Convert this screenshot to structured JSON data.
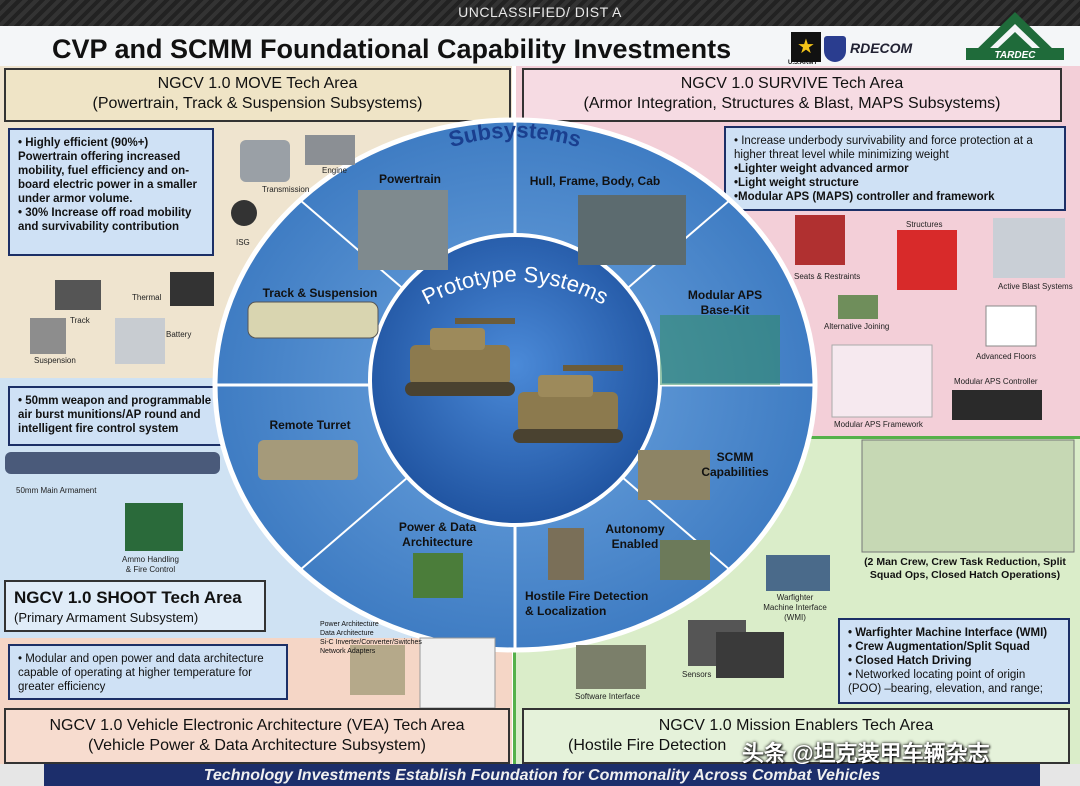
{
  "header": {
    "classification": "UNCLASSIFIED/ DIST A",
    "title": "CVP and SCMM Foundational Capability Investments",
    "logos": {
      "army_label": "U.S.ARMY",
      "rdecom": "RDECOM",
      "tardec": "TARDEC"
    }
  },
  "center": {
    "subsystems": "Subsystems",
    "prototype": "Prototype Systems",
    "nodes": {
      "powertrain": "Powertrain",
      "hull": "Hull, Frame, Body, Cab",
      "track": "Track & Suspension",
      "aps_line1": "Modular APS",
      "aps_line2": "Base-Kit",
      "turret": "Remote Turret",
      "scmm_line1": "SCMM",
      "scmm_line2": "Capabilities",
      "autonomy_line1": "Autonomy",
      "autonomy_line2": "Enabled",
      "power_line1": "Power & Data",
      "power_line2": "Architecture",
      "hfd_line1": "Hostile Fire Detection",
      "hfd_line2": "& Localization"
    }
  },
  "move": {
    "title1": "NGCV 1.0 MOVE Tech Area",
    "title2": "(Powertrain, Track & Suspension Subsystems)",
    "bullet1": "• Highly efficient (90%+) Powertrain offering increased mobility, fuel efficiency and on-board electric power in a smaller under armor volume.",
    "bullet2": "• 30% Increase off road mobility and survivability contribution",
    "parts": {
      "engine": "Engine",
      "transmission": "Transmission",
      "isg": "ISG",
      "thermal": "Thermal",
      "track": "Track",
      "battery": "Battery",
      "suspension": "Suspension"
    }
  },
  "survive": {
    "title1": "NGCV 1.0 SURVIVE Tech Area",
    "title2": "(Armor Integration, Structures & Blast, MAPS Subsystems)",
    "bullets": [
      "• Increase underbody survivability and force protection at a higher threat level while minimizing weight",
      "•Lighter weight advanced armor",
      "•Light weight structure",
      "•Modular APS (MAPS) controller and framework"
    ],
    "parts": {
      "structures": "Structures",
      "seats": "Seats & Restraints",
      "blast": "Active Blast Systems",
      "joining": "Alternative Joining",
      "floors": "Advanced Floors",
      "controller": "Modular APS Controller",
      "framework": "Modular APS Framework"
    }
  },
  "shoot": {
    "title1": "NGCV 1.0 SHOOT Tech Area",
    "title2": "(Primary Armament Subsystem)",
    "bullet": "• 50mm weapon and programmable air burst munitions/AP round and intelligent fire control system",
    "parts": {
      "armament": "50mm Main Armament",
      "ammo1": "Ammo Handling",
      "ammo2": "& Fire Control"
    }
  },
  "vea": {
    "title1": "NGCV 1.0 Vehicle Electronic Architecture (VEA) Tech Area",
    "title2": "(Vehicle Power & Data Architecture Subsystem)",
    "bullet": "• Modular and open power and data architecture capable of operating at higher temperature for greater efficiency",
    "list": [
      "Power Architecture",
      "Data Architecture",
      "Si-C Inverter/Converter/Switches",
      "Network Adapters"
    ]
  },
  "mission": {
    "title1": "NGCV 1.0 Mission Enablers Tech Area",
    "title2": "(Hostile Fire Detection",
    "caption": "(2 Man Crew, Crew Task Reduction, Split Squad Ops, Closed Hatch Operations)",
    "bullets": [
      "• Warfighter Machine Interface (WMI)",
      "• Crew Augmentation/Split Squad",
      "• Closed Hatch Driving",
      "• Networked locating point of origin (POO) –bearing, elevation, and range;"
    ],
    "parts": {
      "wmi1": "Warfighter",
      "wmi2": "Machine Interface",
      "wmi3": "(WMI)",
      "sensors": "Sensors",
      "software": "Software Interface"
    }
  },
  "footer": {
    "banner": "Technology Investments Establish Foundation for Commonality Across Combat Vehicles"
  },
  "watermark": "头条 @坦克装甲车辆杂志",
  "colors": {
    "move": "#efe4cf",
    "survive": "#f3cfd8",
    "shoot": "#cfe2f3",
    "vea": "#f5d6c6",
    "mission": "#daedc9",
    "circle": "#3f7fc4",
    "banner": "#1c2e6b"
  }
}
